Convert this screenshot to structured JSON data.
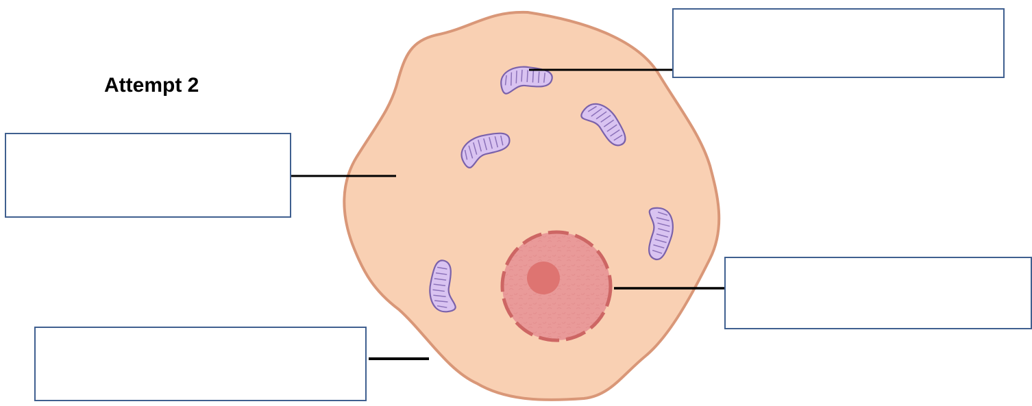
{
  "title": "Attempt 2",
  "colors": {
    "cell_fill": "#f9d0b3",
    "cell_outline": "#d99778",
    "mitochondria_fill": "#d9c3f1",
    "mitochondria_outline": "#7a61aa",
    "nucleus_fill": "#e99a99",
    "nucleus_outline": "#cd6664",
    "nucleolus_fill": "#de7471",
    "label_box_border": "#3f5f8f",
    "leader_line": "#000000"
  },
  "label_boxes": [
    {
      "id": "mitochondrion",
      "text": ""
    },
    {
      "id": "cytoplasm",
      "text": ""
    },
    {
      "id": "nucleus",
      "text": ""
    },
    {
      "id": "cell-membrane",
      "text": ""
    }
  ]
}
